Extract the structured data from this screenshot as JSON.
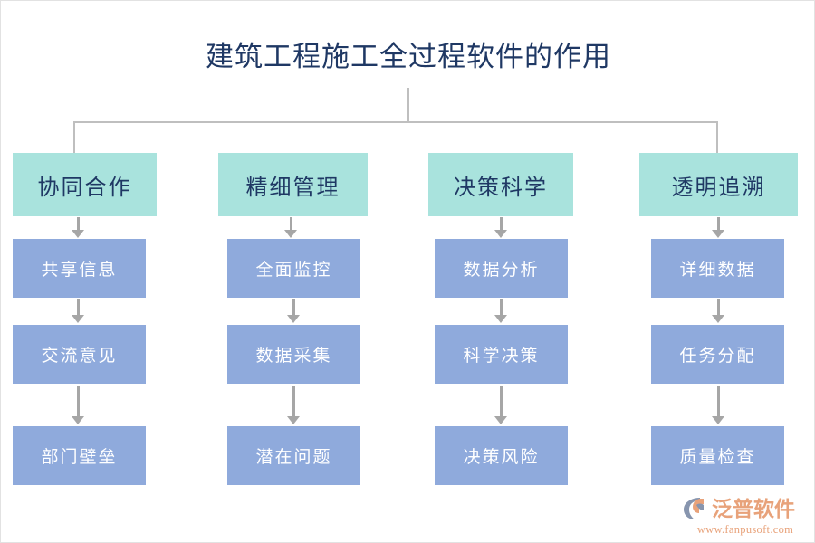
{
  "page": {
    "title": "建筑工程施工全过程软件的作用",
    "background_color": "#ffffff",
    "title_color": "#1F3864",
    "connector_color": "#BFBFBF",
    "arrow_color": "#A6A6A6",
    "header_box_color": "#A9E3DD",
    "item_box_color": "#8FAADC",
    "item_text_color": "#FFFFFF"
  },
  "columns": [
    {
      "header": "协同合作",
      "items": [
        "共享信息",
        "交流意见",
        "部门壁垒"
      ]
    },
    {
      "header": "精细管理",
      "items": [
        "全面监控",
        "数据采集",
        "潜在问题"
      ]
    },
    {
      "header": "决策科学",
      "items": [
        "数据分析",
        "科学决策",
        "决策风险"
      ]
    },
    {
      "header": "透明追溯",
      "items": [
        "详细数据",
        "任务分配",
        "质量检查"
      ]
    }
  ],
  "logo": {
    "name": "泛普软件",
    "url": "www.fanpusoft.com",
    "mark_icon": "fanpu-swoosh-icon",
    "accent_color": "#E8A27A",
    "mark_color": "#8795AE"
  }
}
